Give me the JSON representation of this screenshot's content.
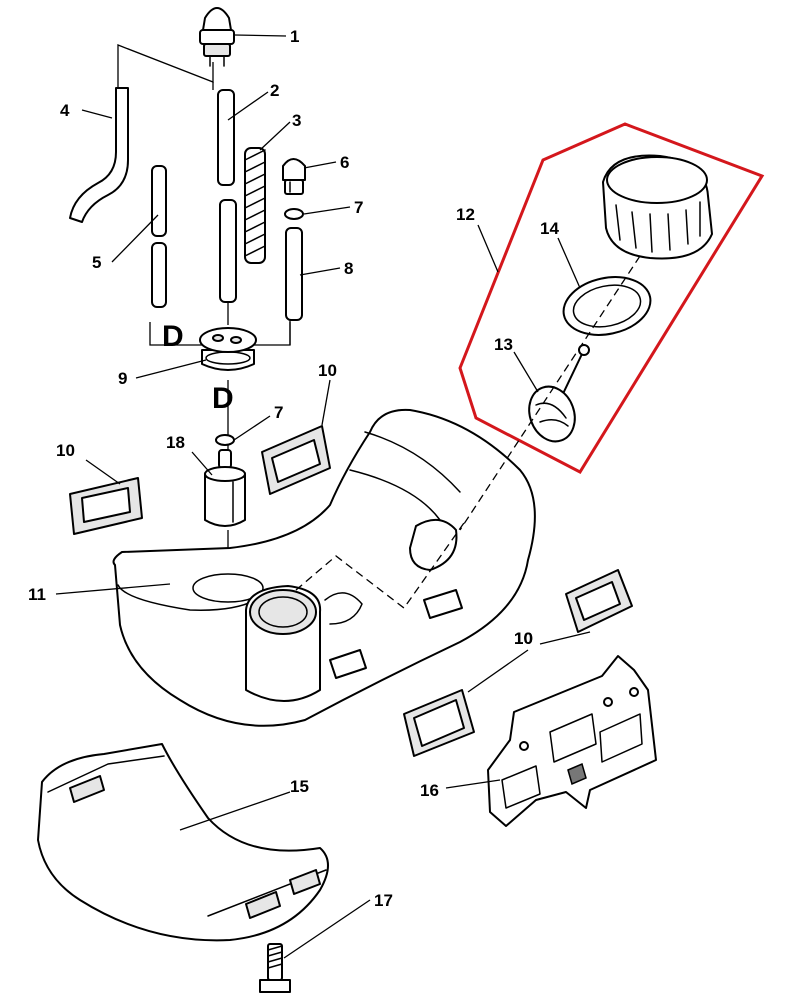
{
  "highlight_color": "#d4171c",
  "callouts": {
    "c1": "1",
    "c2": "2",
    "c3": "3",
    "c4": "4",
    "c5": "5",
    "c6": "6",
    "c7a": "7",
    "c7b": "7",
    "c8": "8",
    "c9": "9",
    "c10a": "10",
    "c10b": "10",
    "c10c": "10",
    "c10d": "10",
    "c11": "11",
    "c12": "12",
    "c13": "13",
    "c14": "14",
    "c15": "15",
    "c16": "16",
    "c17": "17",
    "c18": "18"
  },
  "markers": {
    "d_top": "D",
    "d_bottom": "D"
  }
}
